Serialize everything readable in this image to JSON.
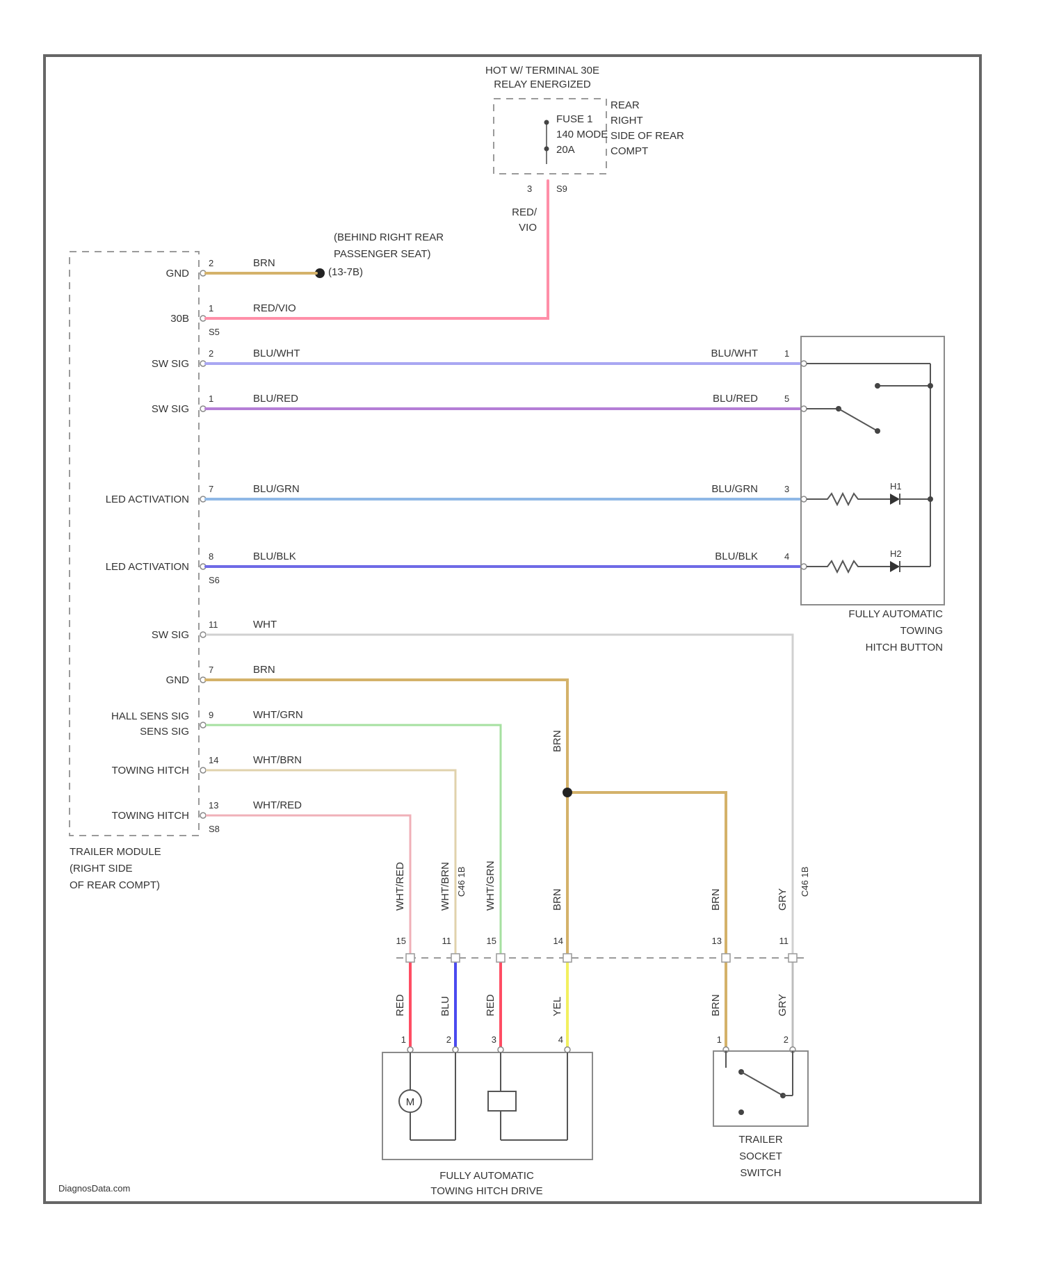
{
  "header": {
    "hot_line1": "HOT W/ TERMINAL 30E",
    "hot_line2": "RELAY ENERGIZED",
    "fuse_lines": [
      "FUSE 1",
      "140 MODE",
      "20A"
    ],
    "fuse_location": [
      "REAR",
      "RIGHT",
      "SIDE OF REAR",
      "COMPT"
    ],
    "fuse_pin_left": "3",
    "fuse_pin_right": "S9",
    "fuse_wire_color": [
      "RED/",
      "VIO"
    ]
  },
  "ground": {
    "location": [
      "(BEHIND RIGHT REAR",
      "PASSENGER SEAT)"
    ],
    "id": "(13-7B)"
  },
  "trailer_module": {
    "name": [
      "TRAILER MODULE",
      "(RIGHT SIDE",
      "OF REAR COMPT)"
    ],
    "pins": [
      {
        "label": "GND",
        "pin": "2",
        "wire": "BRN",
        "sub": ""
      },
      {
        "label": "30B",
        "pin": "1",
        "wire": "RED/VIO",
        "sub": "S5"
      },
      {
        "label": "SW SIG",
        "pin": "2",
        "wire": "BLU/WHT",
        "sub": ""
      },
      {
        "label": "SW SIG",
        "pin": "1",
        "wire": "BLU/RED",
        "sub": ""
      },
      {
        "label": "LED ACTIVATION",
        "pin": "7",
        "wire": "BLU/GRN",
        "sub": ""
      },
      {
        "label": "LED ACTIVATION",
        "pin": "8",
        "wire": "BLU/BLK",
        "sub": "S6"
      },
      {
        "label": "SW SIG",
        "pin": "11",
        "wire": "WHT",
        "sub": ""
      },
      {
        "label": "GND",
        "pin": "7",
        "wire": "BRN",
        "sub": ""
      },
      {
        "label": "HALL SENS SIG",
        "pin": "9",
        "wire": "WHT/GRN",
        "sub": ""
      },
      {
        "label": "TOWING HITCH",
        "pin": "14",
        "wire": "WHT/BRN",
        "sub": ""
      },
      {
        "label": "TOWING HITCH",
        "pin": "13",
        "wire": "WHT/RED",
        "sub": "S8"
      }
    ]
  },
  "hitch_button": {
    "name": [
      "FULLY AUTOMATIC",
      "TOWING",
      "HITCH BUTTON"
    ],
    "pins": [
      {
        "wire": "BLU/WHT",
        "pin": "1"
      },
      {
        "wire": "BLU/RED",
        "pin": "5"
      },
      {
        "wire": "BLU/GRN",
        "pin": "3"
      },
      {
        "wire": "BLU/BLK",
        "pin": "4"
      }
    ],
    "led_labels": [
      "H1",
      "H2"
    ]
  },
  "vertical_wires": {
    "upper": [
      "WHT/RED",
      "WHT/BRN",
      "WHT/GRN",
      "BRN",
      "BRN",
      "GRY"
    ],
    "inline_pins": [
      "15",
      "11",
      "15",
      "14",
      "13",
      "11"
    ],
    "conn_left": "C46 1B",
    "conn_right": "C46 1B",
    "lower": [
      "RED",
      "BLU",
      "RED",
      "YEL",
      "BRN",
      "GRY"
    ],
    "device_pins": [
      "1",
      "2",
      "3",
      "4",
      "1",
      "2"
    ],
    "mid_brn": "BRN"
  },
  "hitch_drive": {
    "name": [
      "FULLY AUTOMATIC",
      "TOWING HITCH DRIVE"
    ],
    "motor_symbol": "M"
  },
  "socket_switch": {
    "name": [
      "TRAILER",
      "SOCKET",
      "SWITCH"
    ]
  },
  "footer": {
    "credit": "DiagnosData.com"
  },
  "colors": {
    "red_vio": "#ff8fa8",
    "brn": "#d4b26a",
    "blu_wht": "#a9a7f2",
    "blu_red": "#b47ed6",
    "blu_grn": "#8fb8e6",
    "blu_blk": "#6e6ae6",
    "wht": "#d0d0d0",
    "wht_grn": "#a6e0a0",
    "wht_brn": "#e0d2ac",
    "wht_red": "#f0b0b8",
    "red": "#ff4d63",
    "blu": "#4a4af0",
    "yel": "#f2f060",
    "gry": "#bdbdbd"
  }
}
